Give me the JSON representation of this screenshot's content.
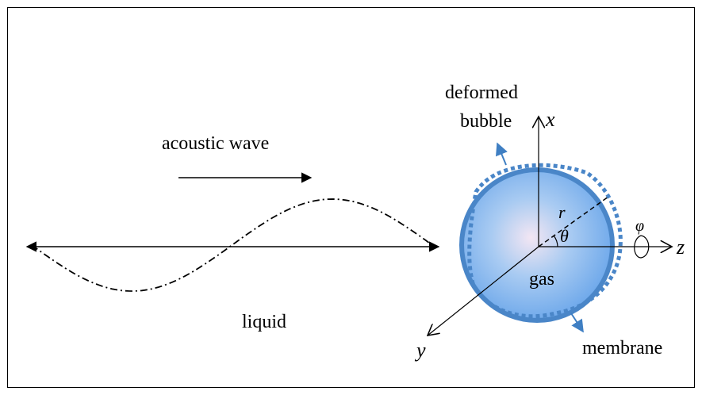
{
  "labels": {
    "acoustic_wave": "acoustic wave",
    "liquid": "liquid",
    "deformed_line1": "deformed",
    "deformed_line2": "bubble",
    "gas": "gas",
    "membrane": "membrane"
  },
  "axes": {
    "x": "x",
    "y": "y",
    "z": "z",
    "r": "r",
    "theta": "θ",
    "phi": "φ"
  },
  "colors": {
    "bubble_fill_center": "#f3e6f3",
    "bubble_fill_mid": "#a9cbf2",
    "bubble_fill_edge": "#6aa6ea",
    "bubble_outline": "#4a86c8",
    "deformed_outline": "#4a86c8",
    "membrane_arrow": "#3f7fc3",
    "ink": "#000000"
  }
}
